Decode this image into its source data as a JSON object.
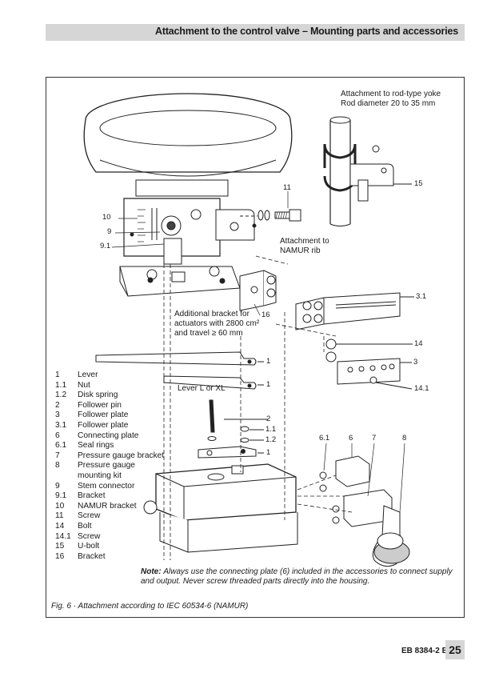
{
  "header": {
    "title": "Attachment to the control valve – Mounting parts and accessories"
  },
  "annotations": {
    "rod_yoke_line1": "Attachment to rod-type yoke",
    "rod_yoke_line2": "Rod diameter 20 to 35 mm",
    "namur_line1": "Attachment to",
    "namur_line2": "NAMUR rib",
    "bracket_line1": "Additional bracket for",
    "bracket_line2": "actuators with 2800 cm²",
    "bracket_line3": "and travel ≥ 60 mm",
    "lever_lxl": "Lever L or XL"
  },
  "callouts": {
    "c10": "10",
    "c9": "9",
    "c91": "9.1",
    "c11": "11",
    "c15": "15",
    "c16": "16",
    "c31": "3.1",
    "c14": "14",
    "c3": "3",
    "c141": "14.1",
    "c1a": "1",
    "c1b": "1",
    "c2": "2",
    "c11b": "1.1",
    "c12": "1.2",
    "c1c": "1",
    "c61": "6.1",
    "c6": "6",
    "c7": "7",
    "c8": "8"
  },
  "legend": [
    {
      "num": "1",
      "text": "Lever"
    },
    {
      "num": "1.1",
      "text": "Nut"
    },
    {
      "num": "1.2",
      "text": "Disk spring"
    },
    {
      "num": "2",
      "text": "Follower pin"
    },
    {
      "num": "3",
      "text": "Follower plate"
    },
    {
      "num": "3.1",
      "text": "Follower plate"
    },
    {
      "num": "6",
      "text": "Connecting plate"
    },
    {
      "num": "6.1",
      "text": "Seal rings"
    },
    {
      "num": "7",
      "text": "Pressure gauge bracket"
    },
    {
      "num": "8",
      "text": "Pressure gauge"
    },
    {
      "num": "",
      "text": "mounting kit"
    },
    {
      "num": "9",
      "text": "Stem connector"
    },
    {
      "num": "9.1",
      "text": "Bracket"
    },
    {
      "num": "10",
      "text": "NAMUR bracket"
    },
    {
      "num": "11",
      "text": "Screw"
    },
    {
      "num": "14",
      "text": "Bolt"
    },
    {
      "num": "14.1",
      "text": "Screw"
    },
    {
      "num": "15",
      "text": "U-bolt"
    },
    {
      "num": "16",
      "text": "Bracket"
    }
  ],
  "note": {
    "label": "Note:",
    "text": "Always use the connecting plate (6) included in the accessories to connect supply and output. Never screw threaded parts directly into the housing."
  },
  "caption": "Fig. 6 · Attachment according to IEC 60534-6 (NAMUR)",
  "footer": {
    "doc": "EB 8384-2 EN",
    "page": "25"
  }
}
